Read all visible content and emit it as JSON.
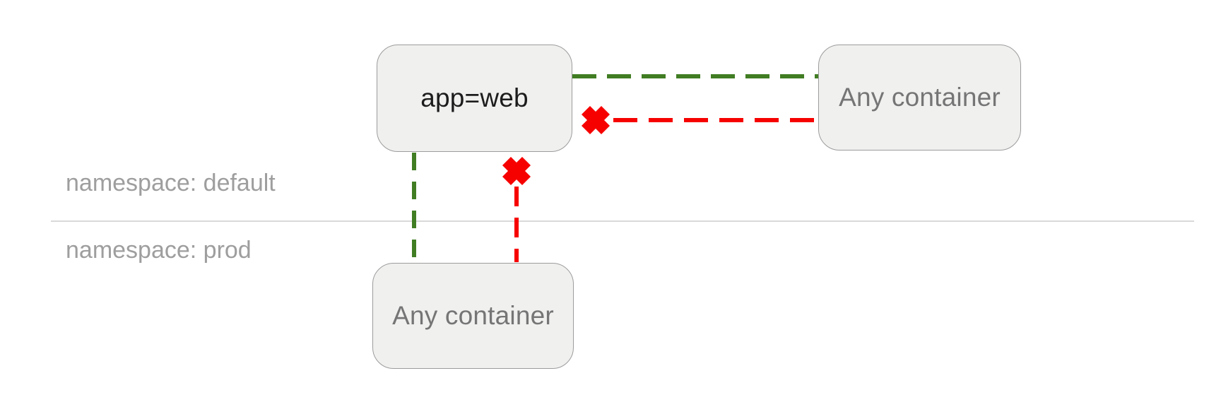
{
  "diagram": {
    "namespaces": [
      {
        "label": "namespace: default"
      },
      {
        "label": "namespace: prod"
      }
    ],
    "nodes": [
      {
        "id": "app-web",
        "label": "app=web",
        "namespace": "default"
      },
      {
        "id": "any-container-default",
        "label": "Any container",
        "namespace": "default"
      },
      {
        "id": "any-container-prod",
        "label": "Any container",
        "namespace": "prod"
      }
    ],
    "edges": [
      {
        "between": [
          "app=web",
          "Any container (default)"
        ],
        "status": "allowed",
        "style": "dashed",
        "orientation": "horizontal"
      },
      {
        "between": [
          "Any container (default)",
          "app=web"
        ],
        "status": "blocked",
        "style": "dashed",
        "orientation": "horizontal"
      },
      {
        "between": [
          "app=web",
          "Any container (prod)"
        ],
        "status": "allowed",
        "style": "dashed",
        "orientation": "vertical"
      },
      {
        "between": [
          "Any container (prod)",
          "app=web"
        ],
        "status": "blocked",
        "style": "dashed",
        "orientation": "vertical"
      }
    ],
    "colors": {
      "allowed": "#417d23",
      "blocked": "#f60000",
      "node_fill": "#f0f0ef",
      "node_border": "#9c9c9c",
      "node_text": "#1c1c1c",
      "secondary_text": "#757575",
      "namespace_text": "#9e9e9e",
      "divider": "#d9d9d9"
    }
  }
}
